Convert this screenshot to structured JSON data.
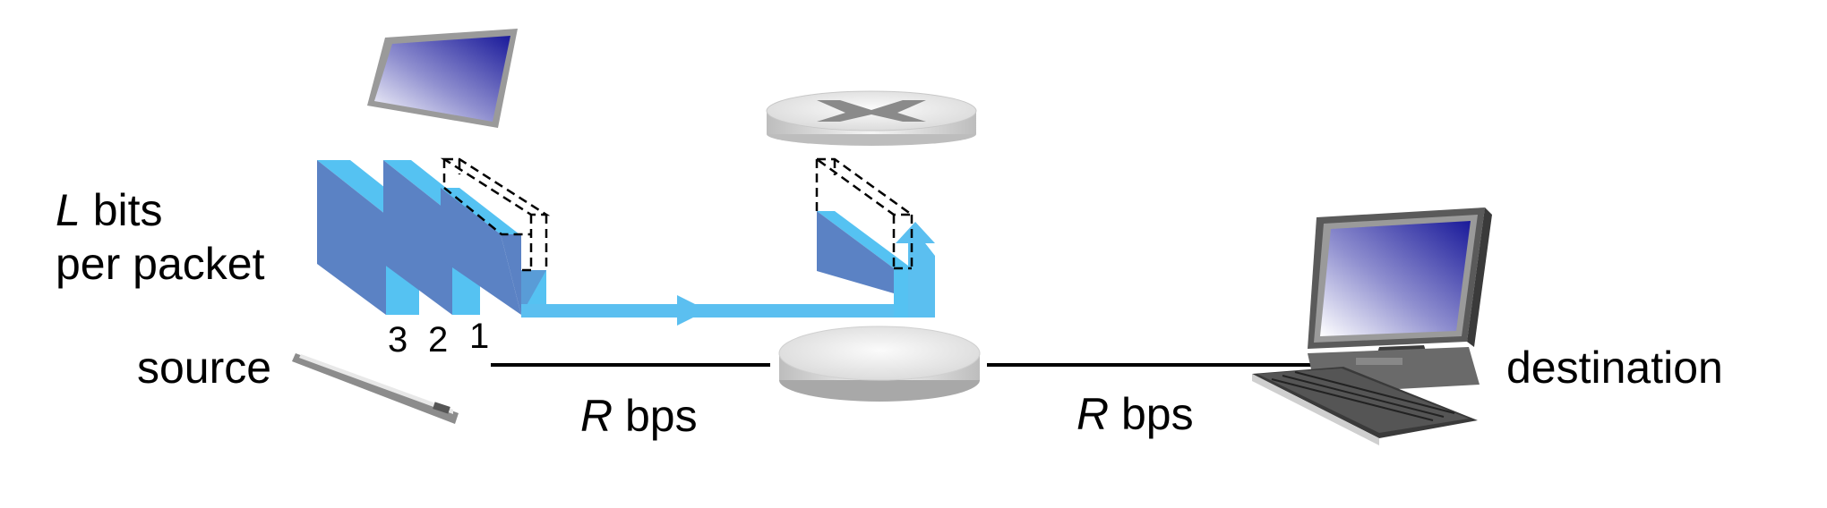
{
  "labels": {
    "packet_size_var": "L",
    "packet_size_line1_rest": " bits",
    "packet_size_line2": "per packet",
    "source": "source",
    "destination": "destination",
    "rate_var": "R",
    "rate_unit": " bps",
    "packet_numbers": [
      "3",
      "2",
      "1"
    ]
  },
  "colors": {
    "packet_front": "#5b82c4",
    "packet_edge": "#55c2f2",
    "flow_arrow": "#5bbff0",
    "link": "#000000",
    "router_top": "#f0f0f0"
  },
  "icons": [
    "laptop-icon",
    "router-icon",
    "desktop-computer-icon"
  ]
}
